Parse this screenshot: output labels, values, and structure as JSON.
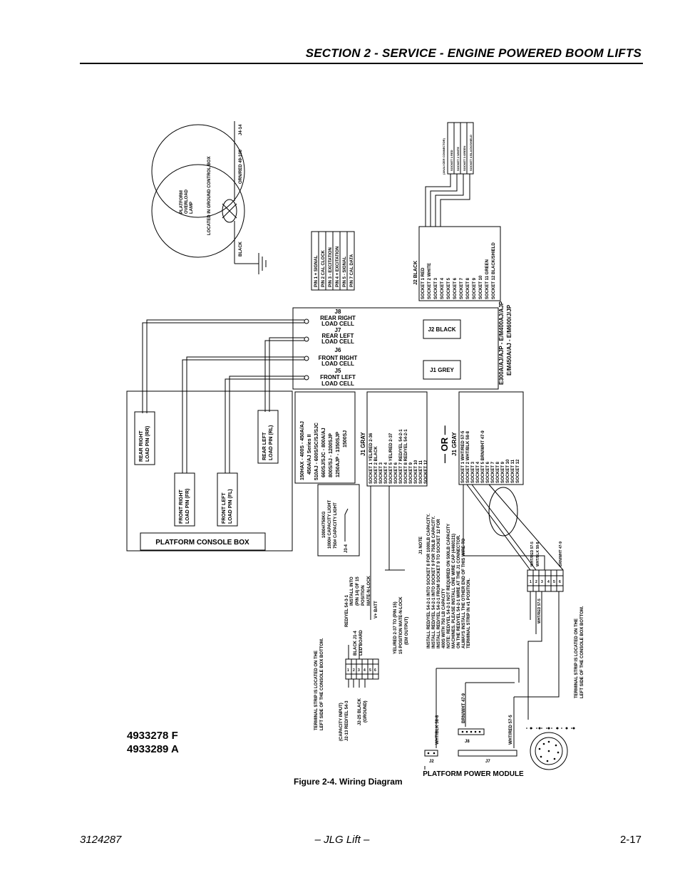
{
  "header": {
    "title": "SECTION 2 - SERVICE - ENGINE POWERED BOOM LIFTS"
  },
  "footer": {
    "doc_number": "3124287",
    "center": "– JLG Lift –",
    "page": "2-17"
  },
  "figure": {
    "caption": "Figure 2-4.  Wiring Diagram",
    "part_numbers": [
      "4933278 F",
      "4933289 A"
    ]
  },
  "diagram": {
    "ground_control": {
      "lamp_label": [
        "PLATFORM",
        "OVERLOAD",
        "LAMP"
      ],
      "located_label": "LOCATED IN GROUND CONTROL BOX",
      "wire_black": "BLACK",
      "wire_orn_red": "ORN/RED 49-100",
      "terminal": "J4-14"
    },
    "pin_legend": [
      "PIN 1 + SIGNAL",
      "PIN 2 CAL CLOCK",
      "PIN 3 - EXCITATION",
      "PIN 4 + EXCITATION",
      "PIN 5 - SIGNAL",
      "PIN 7 CAL DATA"
    ],
    "analyzer": {
      "title": "(ANALYZER CONNECTOR)",
      "sockets": [
        "SOCKET 1 RED",
        "SOCKET 2 WHITE",
        "SOCKET 3 GREEN",
        "SOCKET 4 BLACK/SHIELD"
      ]
    },
    "j2_table": {
      "title": "J2 BLACK",
      "rows": [
        "SOCKET 1 RED",
        "SOCKET 2 WHITE",
        "SOCKET 3",
        "SOCKET 4",
        "SOCKET 5",
        "SOCKET 6",
        "SOCKET 7",
        "SOCKET 8",
        "SOCKET 9",
        "SOCKET 10",
        "SOCKET 11 GREEN",
        "SOCKET 12 BLACK/SHIELD"
      ]
    },
    "load_cells": [
      {
        "connector": "J8",
        "name": [
          "REAR RIGHT",
          "LOAD CELL"
        ]
      },
      {
        "connector": "J7",
        "name": [
          "REAR LEFT",
          "LOAD CELL"
        ]
      },
      {
        "connector": "J6",
        "name": [
          "FRONT RIGHT",
          "LOAD CELL"
        ]
      },
      {
        "connector": "J5",
        "name": [
          "FRONT LEFT",
          "LOAD CELL"
        ]
      }
    ],
    "module_j2": "J2 BLACK",
    "module_j1": "J1 GREY",
    "load_pins": [
      {
        "id": "rr",
        "label": [
          "REAR RIGHT",
          "LOAD PIN (RR)"
        ]
      },
      {
        "id": "fr",
        "label": [
          "FRONT RIGHT",
          "LOAD PIN  (FR)"
        ]
      },
      {
        "id": "fl",
        "label": [
          "FRONT LEFT",
          "LOAD PIN  (FL)"
        ]
      },
      {
        "id": "rl",
        "label": [
          "REAR LEFT",
          "LOAD PIN  (RL)"
        ]
      }
    ],
    "console_box": "PLATFORM CONSOLE BOX",
    "models_1": [
      "150HAX - 400S - 450A/AJ",
      "450A/AJ Series II",
      "510AJ - 600S/SC/SJ/SJC",
      "660SJ/SJC - 800A/AJ",
      "800S/SJ - 1200SJP",
      "1250AJP - 1350SJP",
      "1500SJ"
    ],
    "j1_table_1": {
      "title": "J1 GRAY",
      "rows": [
        "SOCKET 1 YEL/RED 2-36",
        "SOCKET 2 BLACK",
        "SOCKET 3",
        "SOCKET 4",
        "SOCKET 5 YEL/RED 2-37",
        "SOCKET 6",
        "SOCKET 7 RED/YEL 54-2-1",
        "SOCKET 8 RED/YEL 54-2-1",
        "SOCKET 9",
        "SOCKET 10",
        "SOCKET 11",
        "SOCKET 12"
      ]
    },
    "or_label": "— OR —",
    "j1_table_2": {
      "title": "J1 GRAY",
      "rows": [
        "SOCKET 1 WHT/RED 57-5",
        "SOCKET 2 WHT/BLK 58-8",
        "SOCKET 3",
        "SOCKET 4",
        "SOCKET 5 BRN/WHT 47-9",
        "SOCKET 6",
        "SOCKET 7",
        "SOCKET 8",
        "SOCKET 9",
        "SOCKET 10",
        "SOCKET 11",
        "SOCKET 12"
      ]
    },
    "models_2": [
      "E300A/AJ/AJP - E/M400AJ/AJP",
      "E/M450A/AJ - E/M600/J/JP"
    ],
    "capacity_light": [
      "1000#/750KG",
      "1000# CAPACITY LIGHT",
      "750# CAPACITY LIGHT"
    ],
    "j3_label": "J3-4",
    "j1_note": [
      "J1 NOTE",
      "INSTALL RED/YEL 54-2-1 INTO SOCKET 8 FOR 1000LB CAPACITY.",
      "INSTALL RED/YEL 54-2-1 INTO SOCKET 9 FOR 750LB CAPACITY.",
      "INSTALL RED/YEL 54-2-1 FROM SOCKET 9 TO SOCKET 12 FOR",
      "400S WITH 750 LB CAPACITY",
      "NOTE: RED/YEL 54-2-1 NOT REQUIRED ON 500LB CAPACITY",
      "MACHINES.  PLEASE INSTALL ONE WIRE CAP (4460121)",
      "ON THE RED/YEL 54-2-1 WIRE AT THE J1 CONNECTOR.",
      "ALWAYS INSTALL THE OTHER END OF THIS WIRE TO",
      "TERMINAL STRIP IN #1 POSITION."
    ],
    "strip_notes": {
      "terminal_note": [
        "TERMINAL STRIP IS LOCATED ON THE",
        "LEFT SIDE OF THE CONSOLE BOX BOTTOM."
      ],
      "capacity_input": [
        "(CAPACITY INPUT)",
        "J2-13 RED/YEL 54-3"
      ],
      "j2_25": [
        "J2-25 BLACK",
        "(GROUND)"
      ],
      "black_led": [
        "BLACK J1-4",
        "LED BOARD"
      ],
      "red_yel": "RED/YEL 54-3-1",
      "install_into": [
        "INSTALL INTO",
        "(PIN 14) OF 15",
        "POSITION",
        "MATE-N-LOCK"
      ],
      "vbatt": "V+ BATT",
      "yel_red": [
        "YEL/RED 2-37 TO (PIN 15)",
        "15 POSITION MATE-N-LOCK",
        "(EM OUTPUT)"
      ],
      "strip_numbers": [
        "1",
        "2",
        "3",
        "4",
        "5",
        "6"
      ]
    },
    "right_strip": {
      "wires": [
        "WHT/RED 57-5",
        "WHT/BLK 58-8",
        "BRN/WHT 47-9",
        "WHT/RED 57-5"
      ],
      "numbers": [
        "1",
        "2",
        "3",
        "4",
        "5",
        "6"
      ],
      "note": [
        "TERMINAL STRIP IS LOCATED ON THE",
        "LEFT SIDE OF THE CONSOLE BOX BOTTOM."
      ]
    },
    "power_module": {
      "title": "PLATFORM POWER MODULE",
      "j2": "J2",
      "j8": "J8",
      "j7": "J7",
      "wht_blk": "WHT/BLK 58-8",
      "brn_wht": "BRN/WHT 47-9",
      "wht_red": "WHT/RED 57-5"
    }
  }
}
